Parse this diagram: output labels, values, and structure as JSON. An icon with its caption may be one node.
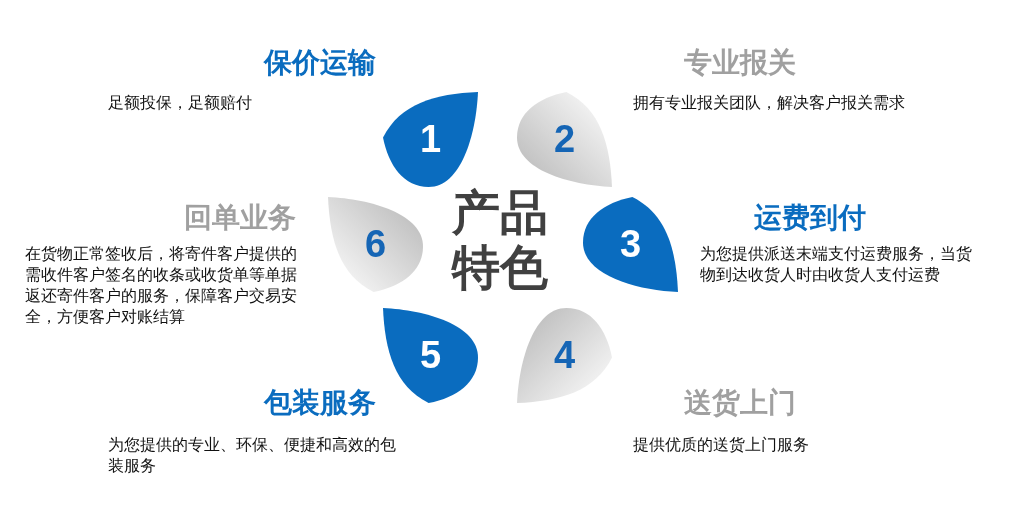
{
  "diagram": {
    "title": "产品特色",
    "nodes": [
      {
        "text": [
          "1"
        ],
        "beside": [
          "保价运输",
          "足额投保，足额赔付"
        ]
      },
      {
        "text": [
          "2"
        ],
        "beside": [
          "专业报关",
          "拥有专业报关团队，解决客户报关需求"
        ]
      },
      {
        "text": [
          "3"
        ],
        "beside": [
          "运费到付",
          "为您提供派送末端支付运费服务，当货物到达收货人时由收货人支付运费"
        ]
      },
      {
        "text": [
          "4"
        ],
        "beside": [
          "送货上门",
          "提供优质的送货上门服务"
        ]
      },
      {
        "text": [
          "5"
        ],
        "beside": [
          "包装服务",
          "为您提供的专业、环保、便捷和高效的包装服务"
        ]
      },
      {
        "text": [
          "6"
        ],
        "beside": [
          "回单业务",
          "在货物正常签收后，将寄件客户提供的需收件客户签名的收条或收货单等单据返还寄件客户的服务，保障客户交易安全，方便客户对账结算"
        ]
      }
    ],
    "edges": []
  }
}
